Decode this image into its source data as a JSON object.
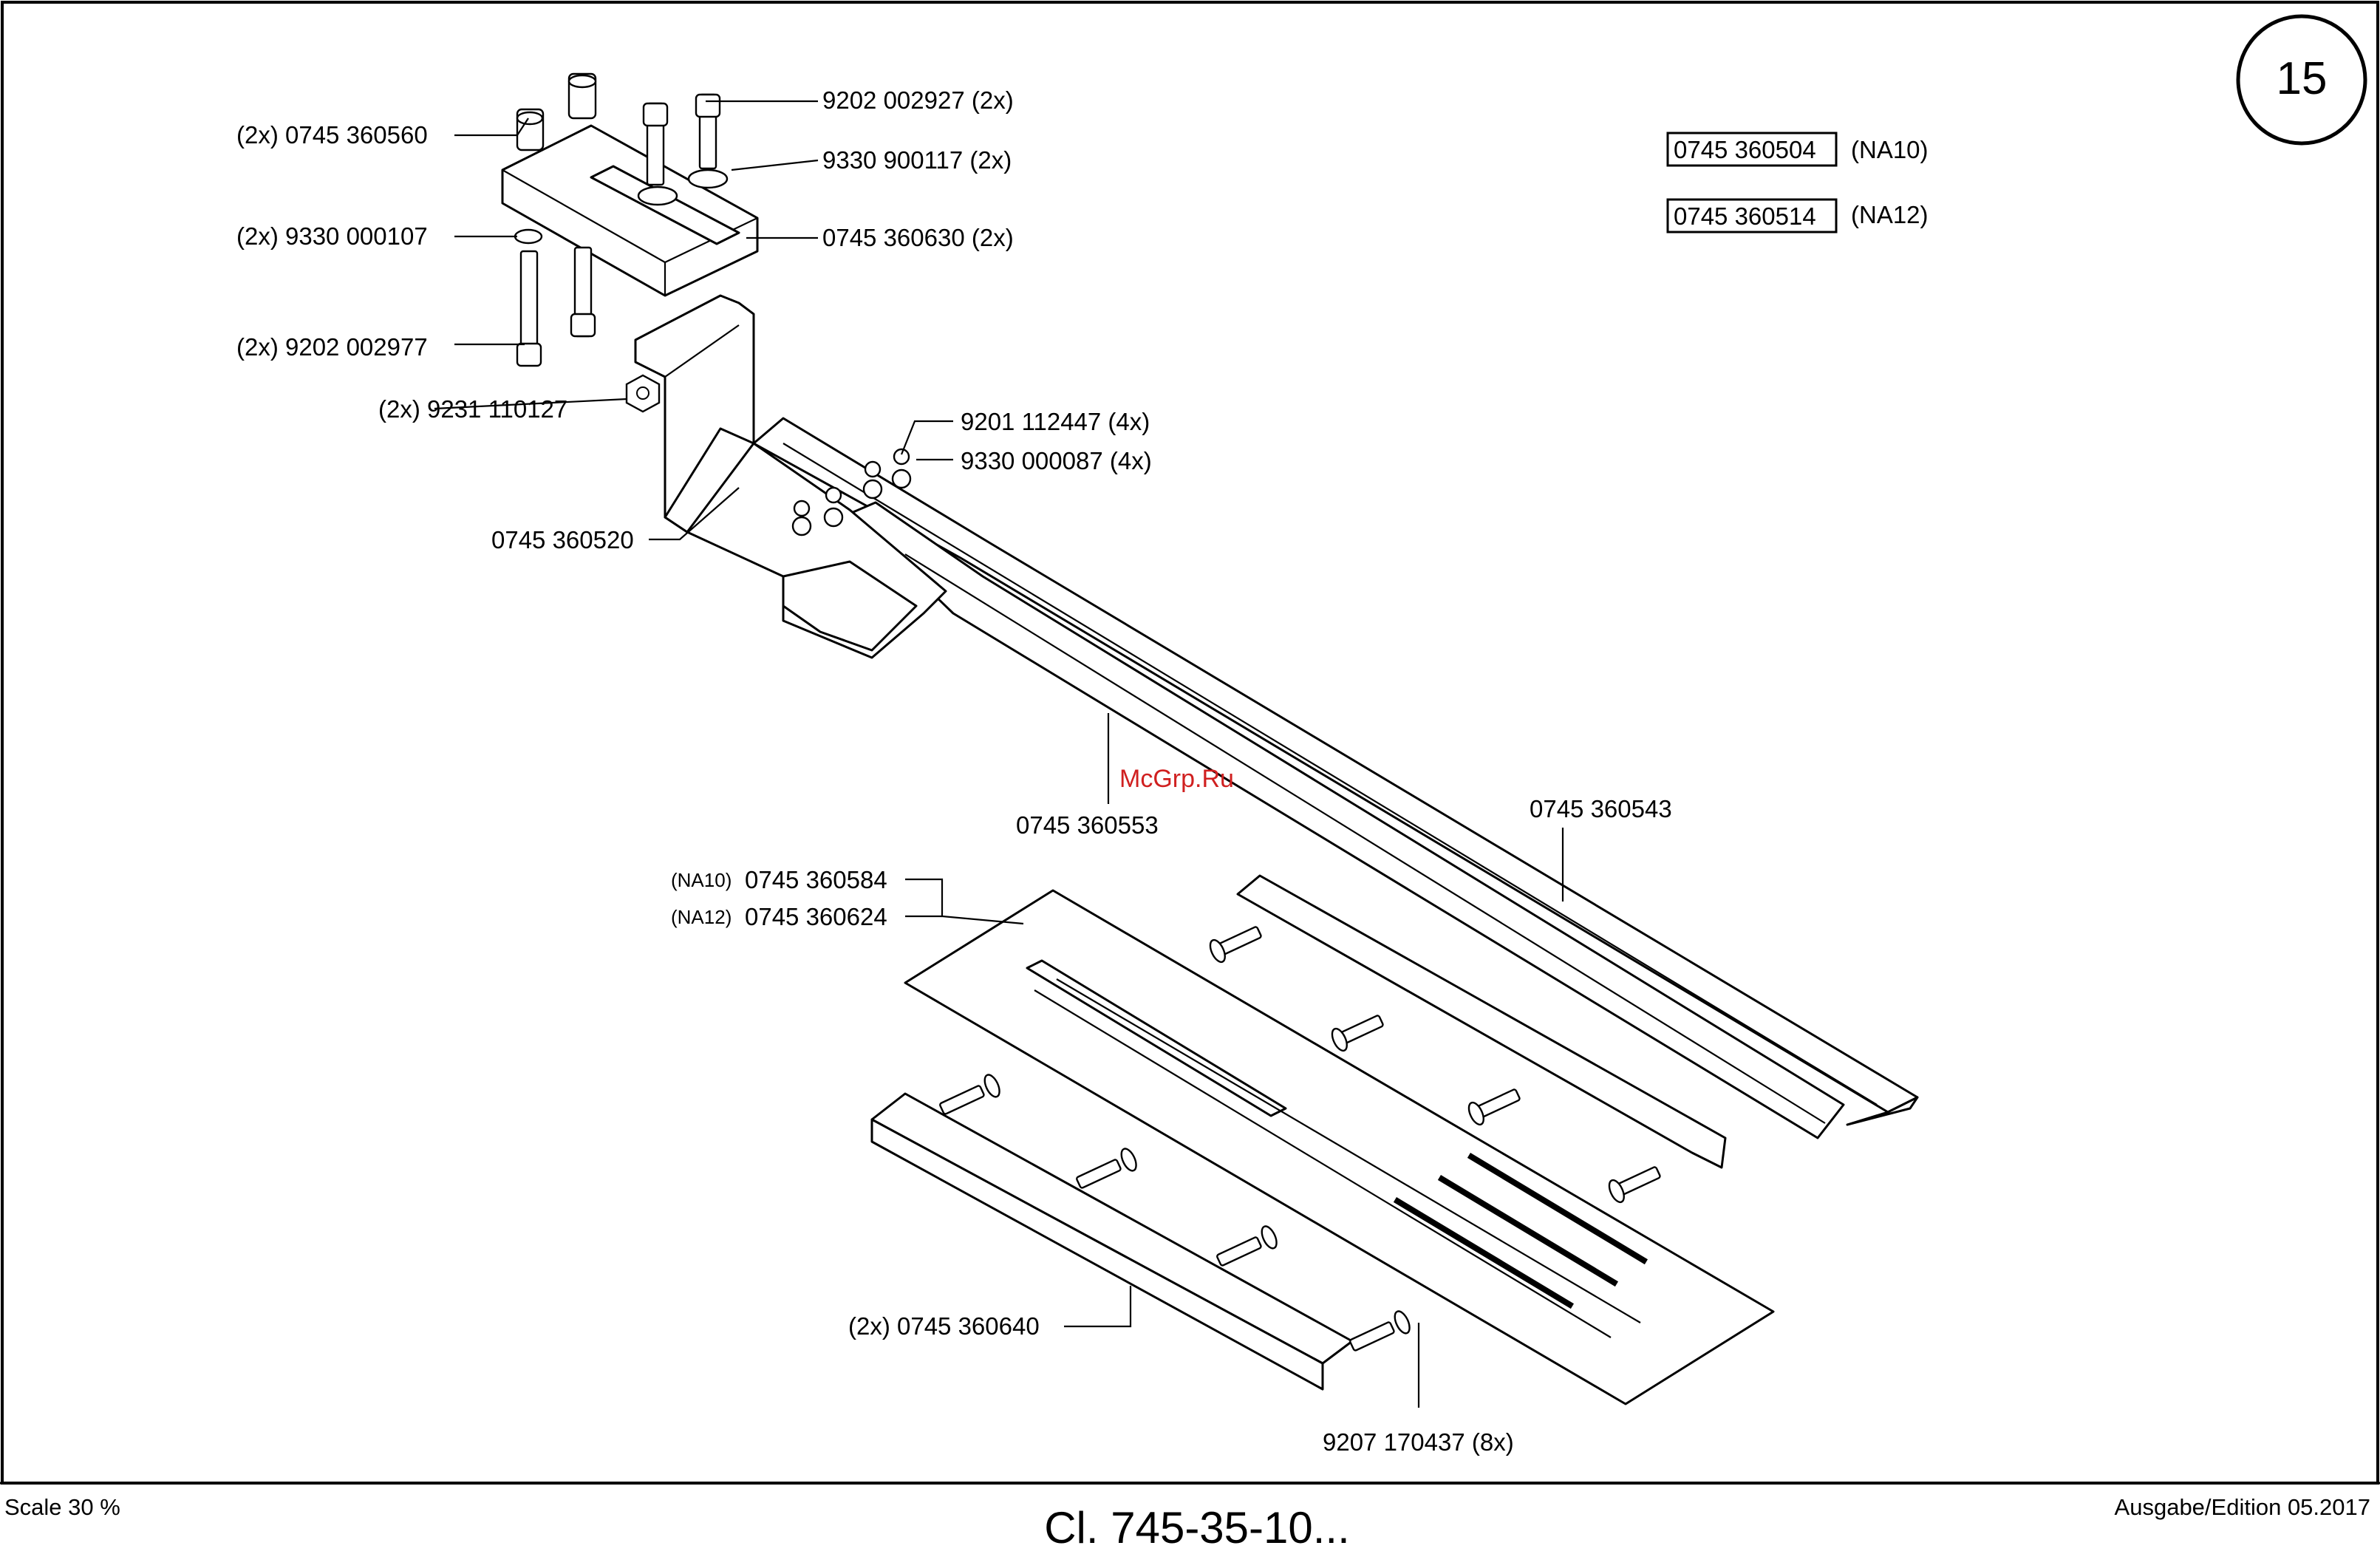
{
  "page_number": "15",
  "variants": [
    {
      "part": "0745 360504",
      "code": "(NA10)"
    },
    {
      "part": "0745 360514",
      "code": "(NA12)"
    }
  ],
  "callouts": {
    "c_360560": "(2x) 0745 360560",
    "c_002927": "9202 002927 (2x)",
    "c_900117": "9330 900117 (2x)",
    "c_000107": "(2x) 9330 000107",
    "c_360630": "0745 360630 (2x)",
    "c_002977": "(2x) 9202 002977",
    "c_110127": "(2x) 9231 110127",
    "c_112447": "9201 112447 (4x)",
    "c_000087": "9330 000087 (4x)",
    "c_360520": "0745 360520",
    "c_360553": "0745 360553",
    "c_360543": "0745 360543",
    "c_na10_tag": "(NA10)",
    "c_360584": "0745 360584",
    "c_na12_tag": "(NA12)",
    "c_360624": "0745 360624",
    "c_360640": "(2x) 0745 360640",
    "c_170437": "9207 170437 (8x)"
  },
  "watermark": "McGrp.Ru",
  "footer": {
    "scale": "Scale 30 %",
    "title": "Cl. 745-35-10...",
    "edition": "Ausgabe/Edition 05.2017"
  }
}
